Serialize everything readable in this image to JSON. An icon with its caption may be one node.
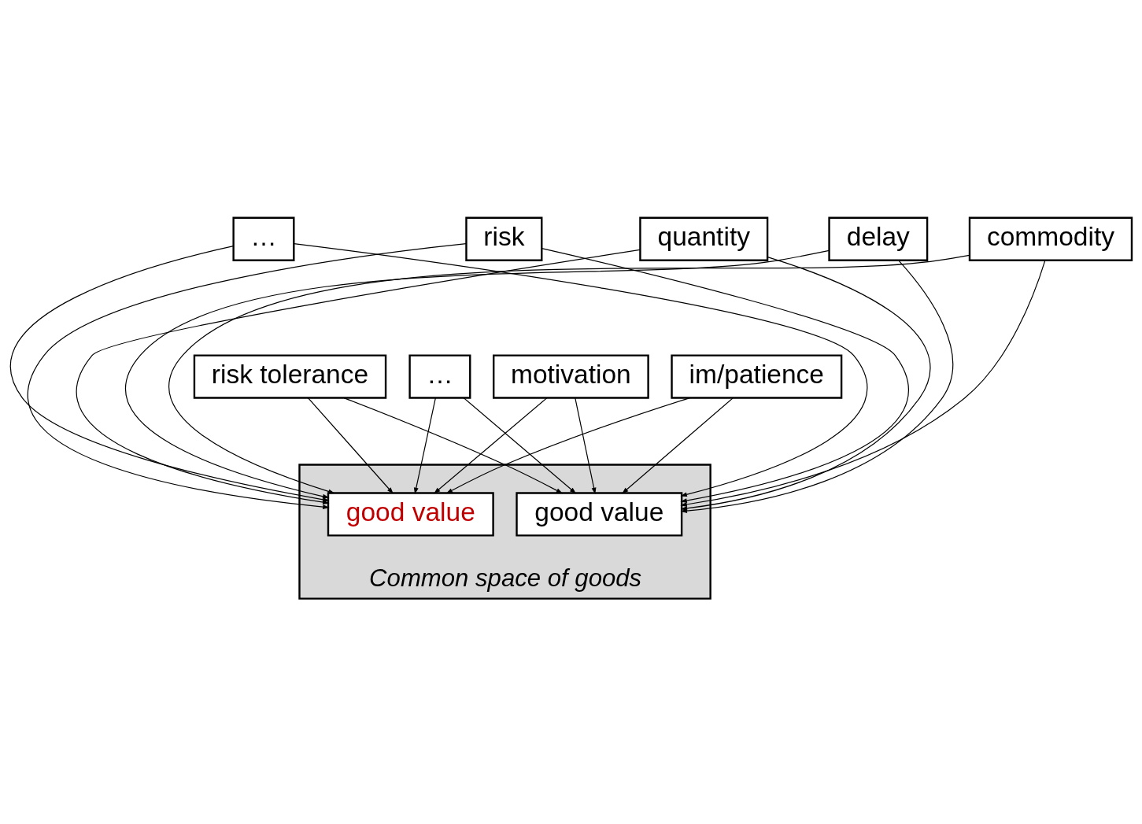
{
  "diagram": {
    "nodes": [
      {
        "text": [
          "commodity"
        ]
      },
      {
        "text": [
          "quantity"
        ]
      },
      {
        "text": [
          "delay"
        ]
      },
      {
        "text": [
          "risk"
        ]
      },
      {
        "text": [
          "…"
        ]
      },
      {
        "text": [
          "motivation"
        ]
      },
      {
        "text": [
          "im/patience"
        ]
      },
      {
        "text": [
          "risk tolerance"
        ]
      },
      {
        "text": [
          "…"
        ]
      },
      {
        "text": [
          "Common space of goods"
        ]
      },
      {
        "text": [
          "good value"
        ],
        "in": 9
      },
      {
        "text": [
          "good value"
        ],
        "in": 9
      }
    ],
    "edges": [
      {
        "from": 0,
        "to": 10,
        "arrow": "to"
      },
      {
        "from": 0,
        "to": 11,
        "arrow": "to"
      },
      {
        "from": 1,
        "to": 10,
        "arrow": "to"
      },
      {
        "from": 1,
        "to": 11,
        "arrow": "to"
      },
      {
        "from": 2,
        "to": 10,
        "arrow": "to"
      },
      {
        "from": 2,
        "to": 11,
        "arrow": "to"
      },
      {
        "from": 3,
        "to": 10,
        "arrow": "to"
      },
      {
        "from": 3,
        "to": 11,
        "arrow": "to"
      },
      {
        "from": 4,
        "to": 10,
        "arrow": "to"
      },
      {
        "from": 4,
        "to": 11,
        "arrow": "to"
      },
      {
        "from": 5,
        "to": 10,
        "arrow": "to"
      },
      {
        "from": 5,
        "to": 11,
        "arrow": "to"
      },
      {
        "from": 6,
        "to": 10,
        "arrow": "to"
      },
      {
        "from": 6,
        "to": 11,
        "arrow": "to"
      },
      {
        "from": 7,
        "to": 10,
        "arrow": "to"
      },
      {
        "from": 7,
        "to": 11,
        "arrow": "to"
      },
      {
        "from": 8,
        "to": 10,
        "arrow": "to"
      },
      {
        "from": 8,
        "to": 11,
        "arrow": "to"
      }
    ]
  }
}
